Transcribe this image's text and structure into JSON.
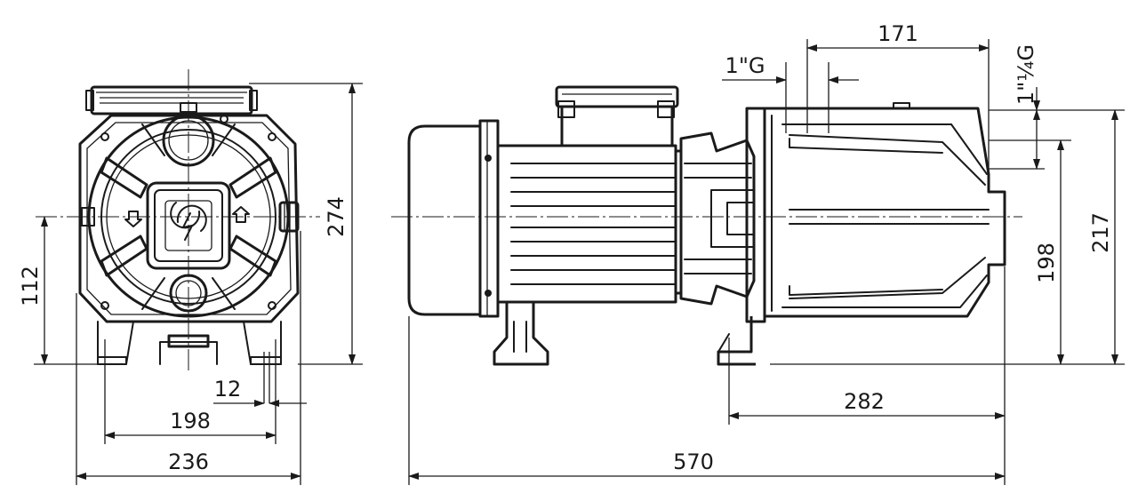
{
  "dimensions": {
    "front_height_total": "274",
    "front_axis_height": "112",
    "front_foot_hole": "12",
    "front_foot_spacing": "198",
    "front_width": "236",
    "side_length_total": "570",
    "side_pump_length": "282",
    "side_height_total": "217",
    "side_discharge_height": "198",
    "side_port_offset": "171",
    "outlet_thread": "1\"G",
    "inlet_thread": "1\"¼G"
  },
  "colors": {
    "line": "#1a1a1a",
    "background": "#ffffff"
  }
}
